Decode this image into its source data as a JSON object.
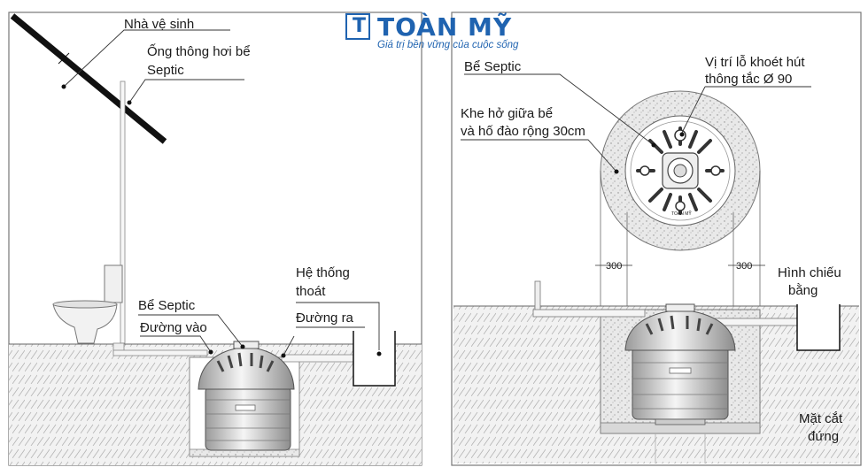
{
  "brand": {
    "name": "TOÀN MỸ",
    "slogan": "Giá trị bền vững của cuộc sống",
    "logo_glyph": "T",
    "color": "#1f63b0"
  },
  "left_panel": {
    "labels": {
      "toilet_house": "Nhà vệ sinh",
      "vent_pipe_1": "Ống thông hơi bể",
      "vent_pipe_2": "Septic",
      "septic_tank": "Bể Septic",
      "inlet": "Đường vào",
      "drain_system_1": "Hệ thống",
      "drain_system_2": "thoát",
      "outlet": "Đường ra"
    }
  },
  "right_panel": {
    "labels": {
      "septic_tank": "Bể Septic",
      "suction_hole_1": "Vị trí lỗ khoét hút",
      "suction_hole_2": "thông tắc Ø 90",
      "gap_1": "Khe hở giữa bể",
      "gap_2": "và hố đào rộng 30cm",
      "plan_view_1": "Hình chiếu",
      "plan_view_2": "bằng",
      "section_view_1": "Mặt cắt",
      "section_view_2": "đứng"
    },
    "dimensions": {
      "left": "300",
      "right": "300"
    },
    "tank_badge": "TOÀN MỸ"
  }
}
